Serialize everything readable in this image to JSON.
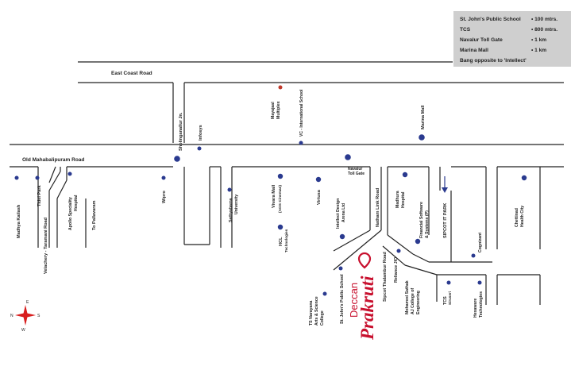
{
  "legend": {
    "rows": [
      {
        "place": "St. John's Public School",
        "distance": "• 100 mtrs."
      },
      {
        "place": "TCS",
        "distance": "• 800 mtrs."
      },
      {
        "place": "Navalur Toll Gate",
        "distance": "• 1 km"
      },
      {
        "place": "Marina Mall",
        "distance": "• 1 km"
      }
    ],
    "note": "Bang opposite to 'Intellect'"
  },
  "roads": {
    "ecr": "East Coast Road",
    "omr": "Old Mahabalipuram Road",
    "velachery": "Velachery - Taramani Road",
    "pallavaram": "To Pallavaram",
    "natham": "Natham Link Road",
    "siruseri_road": "Sipcot Thalambur Road",
    "sipcot": "SIPCOT IT PARK",
    "sholinganallur": "Sholinganallur Jn."
  },
  "places": {
    "mayajaal": "Mayajaal Multiplex",
    "vc_school": "VC - International School",
    "marina": "Marina Mall",
    "infosys": "Infosys",
    "toll": "Navalur Toll Gate",
    "kailash": "Madhya Kailash",
    "tidel": "Tidel Park",
    "apollo": "Apollo Speciality Hospital",
    "wipro": "Wipro",
    "sathyabama": "Sathyabama University",
    "vivira_mall": "Vivara Mall",
    "vivira_sub": "(AGS Cinemas)",
    "virtusa": "Virtusa",
    "hcl": "HCL",
    "hcl_sub": "Technologies",
    "intellect": "Intellect Design Arena Ltd",
    "madhura": "Madhura Hospital",
    "financial": "Financial Software & Systems (P)",
    "chettinad": "Chettinad Health City",
    "cognizant": "Cognizant",
    "reliance": "Reliance JIO",
    "sathak": "Mohamed Sathak AJ College of Engineering",
    "tcs": "TCS",
    "tcs_sub": "Siruseri",
    "hexaware": "Hexaware Technologies",
    "stjohns": "St. John's Public School",
    "ts_narayana": "TS Narayana Arts & Science College"
  },
  "brand": {
    "line1": "Deccan",
    "line2": "Prakruti"
  },
  "compass": {
    "n": "N",
    "e": "E",
    "s": "S",
    "w": "W"
  },
  "colors": {
    "road": "#222222",
    "marker": "#2a3a8f",
    "mayajaal_marker": "#c0392b",
    "brand": "#c8102e",
    "compass": "#d81e1e"
  }
}
